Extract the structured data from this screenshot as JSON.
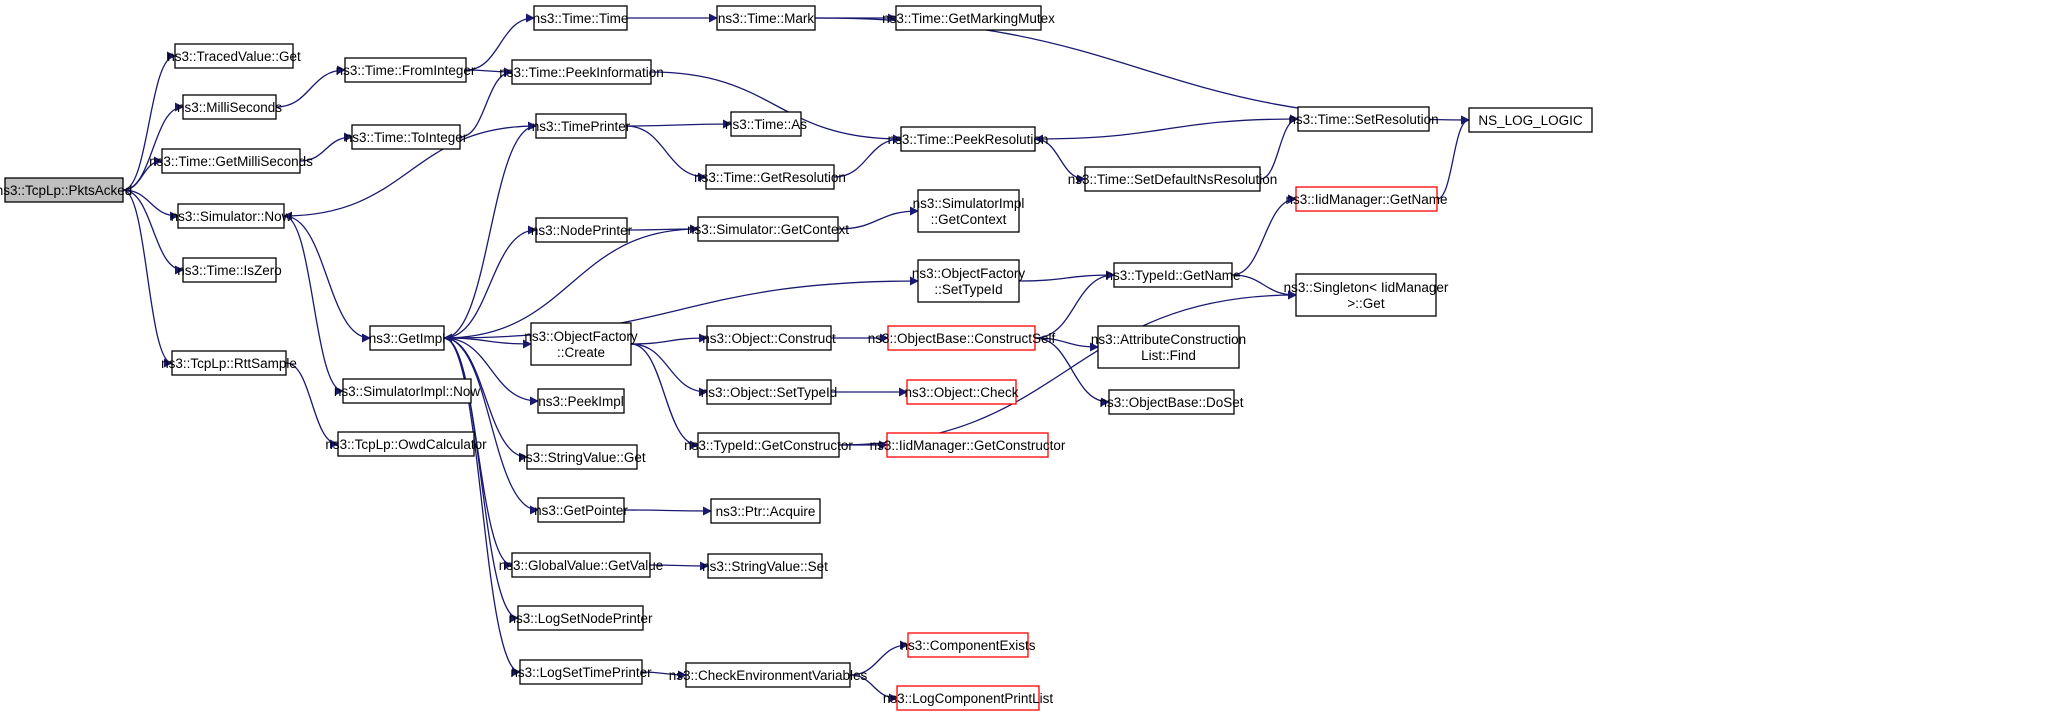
{
  "colors": {
    "edge": "#191970",
    "root_fill": "#bfbfbf",
    "red_border": "#ff0000",
    "box_border": "#000000"
  },
  "nodes": {
    "pktsacked": {
      "lines": [
        "ns3::TcpLp::PktsAcked"
      ]
    },
    "tracedvalue_get": {
      "lines": [
        "ns3::TracedValue::Get"
      ]
    },
    "milliseconds": {
      "lines": [
        "ns3::MilliSeconds"
      ]
    },
    "time_getmilliseconds": {
      "lines": [
        "ns3::Time::GetMilliSeconds"
      ]
    },
    "simulator_now": {
      "lines": [
        "ns3::Simulator::Now"
      ]
    },
    "time_iszero": {
      "lines": [
        "ns3::Time::IsZero"
      ]
    },
    "rttsample": {
      "lines": [
        "ns3::TcpLp::RttSample"
      ]
    },
    "owdcalculator": {
      "lines": [
        "ns3::TcpLp::OwdCalculator"
      ]
    },
    "time_frominteger": {
      "lines": [
        "ns3::Time::FromInteger"
      ]
    },
    "time_tointeger": {
      "lines": [
        "ns3::Time::ToInteger"
      ]
    },
    "time_time": {
      "lines": [
        "ns3::Time::Time"
      ]
    },
    "time_peekinformation": {
      "lines": [
        "ns3::Time::PeekInformation"
      ]
    },
    "timeprinter": {
      "lines": [
        "ns3::TimePrinter"
      ]
    },
    "getimpl": {
      "lines": [
        "ns3::GetImpl"
      ]
    },
    "simulatorimpl_now": {
      "lines": [
        "ns3::SimulatorImpl::Now"
      ]
    },
    "nodeprinter": {
      "lines": [
        "ns3::NodePrinter"
      ]
    },
    "objectfactory_create": {
      "lines": [
        "ns3::ObjectFactory",
        "::Create"
      ]
    },
    "peekimpl": {
      "lines": [
        "ns3::PeekImpl"
      ]
    },
    "stringvalue_get": {
      "lines": [
        "ns3::StringValue::Get"
      ]
    },
    "getpointer": {
      "lines": [
        "ns3::GetPointer"
      ]
    },
    "globalvalue_getvalue": {
      "lines": [
        "ns3::GlobalValue::GetValue"
      ]
    },
    "logsetnodeprinter": {
      "lines": [
        "ns3::LogSetNodePrinter"
      ]
    },
    "logsettimeprinter": {
      "lines": [
        "ns3::LogSetTimePrinter"
      ]
    },
    "time_mark": {
      "lines": [
        "ns3::Time::Mark"
      ]
    },
    "time_as": {
      "lines": [
        "ns3::Time::As"
      ]
    },
    "time_getresolution": {
      "lines": [
        "ns3::Time::GetResolution"
      ]
    },
    "simulator_getcontext": {
      "lines": [
        "ns3::Simulator::GetContext"
      ]
    },
    "object_construct": {
      "lines": [
        "ns3::Object::Construct"
      ]
    },
    "object_settypeid": {
      "lines": [
        "ns3::Object::SetTypeId"
      ]
    },
    "typeid_getconstructor": {
      "lines": [
        "ns3::TypeId::GetConstructor"
      ]
    },
    "ptr_acquire": {
      "lines": [
        "ns3::Ptr::Acquire"
      ]
    },
    "stringvalue_set": {
      "lines": [
        "ns3::StringValue::Set"
      ]
    },
    "checkenvironmentvariables": {
      "lines": [
        "ns3::CheckEnvironmentVariables"
      ]
    },
    "time_getmarkingmutex": {
      "lines": [
        "ns3::Time::GetMarkingMutex"
      ]
    },
    "time_peekresolution": {
      "lines": [
        "ns3::Time::PeekResolution"
      ]
    },
    "simulatorimpl_getcontext": {
      "lines": [
        "ns3::SimulatorImpl",
        "::GetContext"
      ]
    },
    "objectfactory_settypeid": {
      "lines": [
        "ns3::ObjectFactory",
        "::SetTypeId"
      ]
    },
    "objectbase_constructself": {
      "lines": [
        "ns3::ObjectBase::ConstructSelf"
      ]
    },
    "object_check": {
      "lines": [
        "ns3::Object::Check"
      ]
    },
    "iidmanager_getconstructor": {
      "lines": [
        "ns3::IidManager::GetConstructor"
      ]
    },
    "componentexists": {
      "lines": [
        "ns3::ComponentExists"
      ]
    },
    "logcomponentprintlist": {
      "lines": [
        "ns3::LogComponentPrintList"
      ]
    },
    "time_setdefaultnsresolution": {
      "lines": [
        "ns3::Time::SetDefaultNsResolution"
      ]
    },
    "typeid_getname": {
      "lines": [
        "ns3::TypeId::GetName"
      ]
    },
    "attributeconstructionlist_find": {
      "lines": [
        "ns3::AttributeConstruction",
        "List::Find"
      ]
    },
    "objectbase_doset": {
      "lines": [
        "ns3::ObjectBase::DoSet"
      ]
    },
    "time_setresolution": {
      "lines": [
        "ns3::Time::SetResolution"
      ]
    },
    "iidmanager_getname": {
      "lines": [
        "ns3::IidManager::GetName"
      ]
    },
    "singleton_get": {
      "lines": [
        "ns3::Singleton< IidManager",
        " >::Get"
      ]
    },
    "ns_log_logic": {
      "lines": [
        "NS_LOG_LOGIC"
      ]
    }
  }
}
